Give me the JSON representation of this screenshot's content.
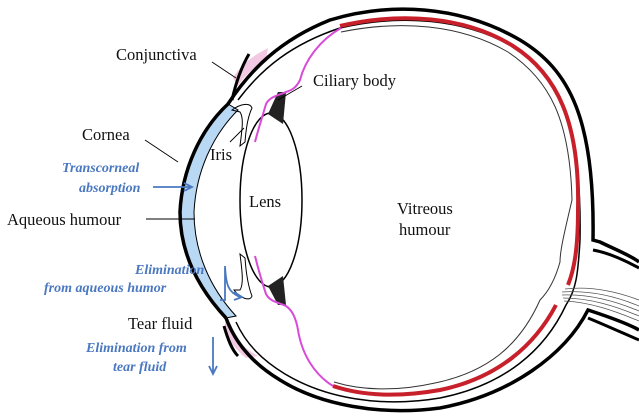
{
  "figure": {
    "title": "Anatomy of the eye and ocular drug absorption/elimination routes",
    "labels": {
      "conjunctiva": "Conjunctiva",
      "ciliary_body": "Ciliary body",
      "cornea": "Cornea",
      "iris": "Iris",
      "lens": "Lens",
      "aqueous_humour": "Aqueous humour",
      "vitreous_line1": "Vitreous",
      "vitreous_line2": "humour",
      "tear_fluid": "Tear fluid"
    },
    "routes": {
      "transcorneal_line1": "Transcorneal",
      "transcorneal_line2": "absorption",
      "aqueous_elim_line1": "Elimination",
      "aqueous_elim_line2": "from aqueous humor",
      "tear_elim_line1": "Elimination from",
      "tear_elim_line2": "tear fluid"
    },
    "colors": {
      "cornea": "#b9d8f3",
      "conjunctiva": "#f3c8e2",
      "ciliary_iris": "#d84bd8",
      "retina": "#c8202a",
      "route_text": "#4a78c0"
    }
  }
}
